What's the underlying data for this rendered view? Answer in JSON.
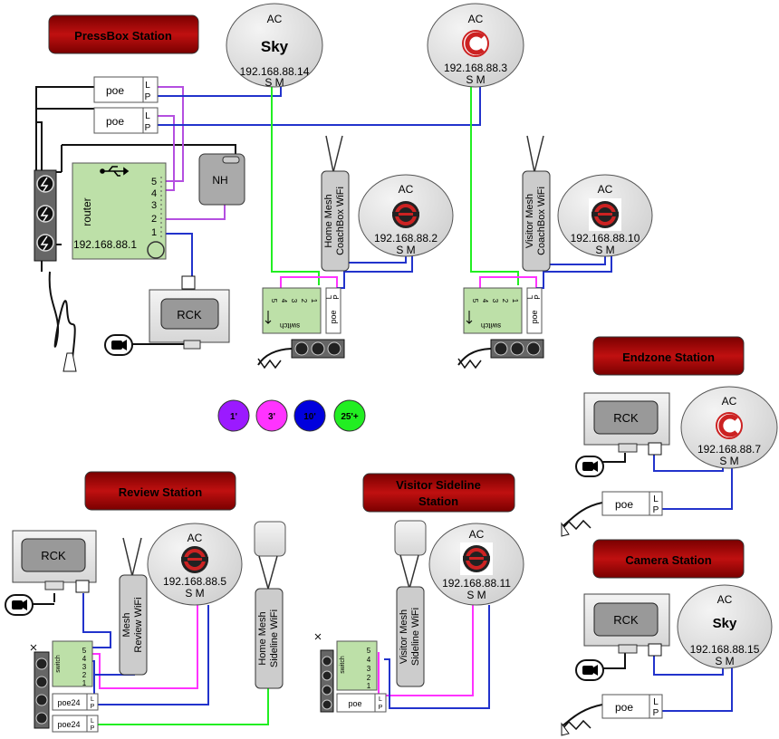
{
  "stations": {
    "pressbox": "PressBox Station",
    "endzone": "Endzone Station",
    "review": "Review Station",
    "visitor_sideline": [
      "Visitor Sideline",
      "Station"
    ],
    "camera": "Camera Station"
  },
  "access_points": {
    "ap_sky_top": {
      "head": "AC",
      "logo": "Sky",
      "ip": "192.168.88.14",
      "sm": "S M"
    },
    "ap_c_top": {
      "head": "AC",
      "ip": "192.168.88.3",
      "sm": "S M"
    },
    "ap_home_coach": {
      "head": "AC",
      "ip": "192.168.88.2",
      "sm": "S M"
    },
    "ap_visitor_coach": {
      "head": "AC",
      "ip": "192.168.88.10",
      "sm": "S M"
    },
    "ap_endzone": {
      "head": "AC",
      "ip": "192.168.88.7",
      "sm": "S M"
    },
    "ap_review": {
      "head": "AC",
      "ip": "192.168.88.5",
      "sm": "S M"
    },
    "ap_visitor_sideline": {
      "head": "AC",
      "ip": "192.168.88.11",
      "sm": "S M"
    },
    "ap_camera": {
      "head": "AC",
      "logo": "Sky",
      "ip": "192.168.88.15",
      "sm": "S M"
    }
  },
  "router": {
    "label": "router",
    "ip": "192.168.88.1",
    "ports": [
      "5",
      "4",
      "3",
      "2",
      "1"
    ]
  },
  "nh": "NH",
  "rck": "RCK",
  "poe": "poe",
  "poe24": "poe24",
  "switch": {
    "label": "switch",
    "ports": [
      "5",
      "4",
      "3",
      "2",
      "1"
    ]
  },
  "poe_ports": {
    "l": "L",
    "p": "P"
  },
  "mesh": {
    "home_coach": [
      "Home Mesh",
      "CoachBox WiFi"
    ],
    "visitor_coach": [
      "Visitor Mesh",
      "CoachBox WiFi"
    ],
    "review": [
      "Mesh",
      "Review  WiFi"
    ],
    "home_sideline": [
      "Home Mesh",
      "Sideline  WiFi"
    ],
    "visitor_sideline": [
      "Visitor Mesh",
      "Sideline  WiFi"
    ]
  },
  "cable_legend": [
    {
      "label": "1'",
      "color": "#9b1aff"
    },
    {
      "label": "3'",
      "color": "#ff33ff"
    },
    {
      "label": "10'",
      "color": "#0000dd"
    },
    {
      "label": "25'+",
      "color": "#22ee22"
    }
  ],
  "colors": {
    "station_fill": "#a00000",
    "ap_fill": "#e0e0e0",
    "router_fill": "#bde0a8",
    "cable_blue": "#2233cc",
    "cable_purple": "#b44fe0",
    "cable_magenta": "#ff33ff",
    "cable_green": "#22ee22",
    "logo_red": "#cc2222"
  }
}
